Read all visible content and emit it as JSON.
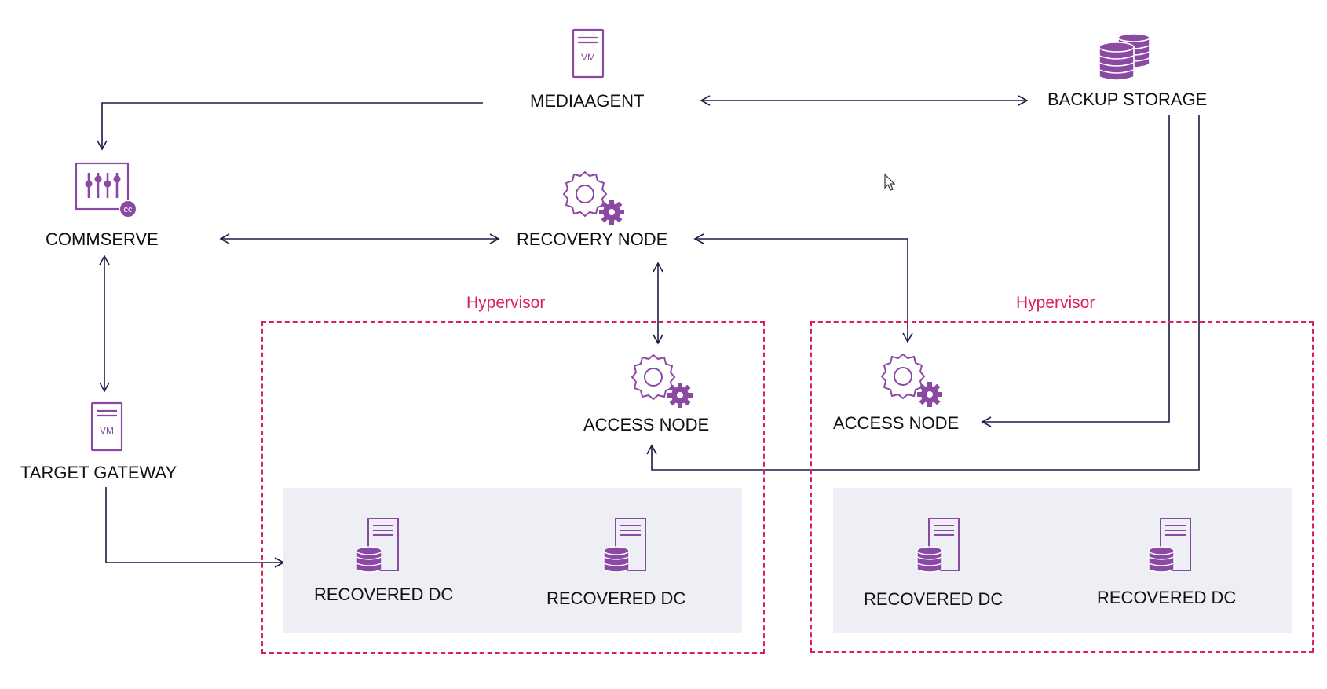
{
  "colors": {
    "icon": "#8a4aa3",
    "arrow": "#1c1c4a",
    "hypervisor": "#dc1f5a",
    "tray": "#eeeef5",
    "label": "#111111"
  },
  "nodes": {
    "mediaagent": {
      "label": "MEDIAAGENT",
      "icon": "vm-server-icon",
      "icon_text": "VM"
    },
    "backup_storage": {
      "label": "BACKUP STORAGE",
      "icon": "database-stack-icon"
    },
    "commserve": {
      "label": "COMMSERVE",
      "icon": "control-panel-icon",
      "badge": "cc"
    },
    "recovery_node": {
      "label": "RECOVERY NODE",
      "icon": "gears-icon"
    },
    "target_gateway": {
      "label": "TARGET GATEWAY",
      "icon": "vm-server-icon",
      "icon_text": "VM"
    },
    "access_node_1": {
      "label": "ACCESS NODE",
      "icon": "gears-icon"
    },
    "access_node_2": {
      "label": "ACCESS NODE",
      "icon": "gears-icon"
    }
  },
  "hypervisors": [
    {
      "label": "Hypervisor",
      "recovered": [
        "RECOVERED DC",
        "RECOVERED DC"
      ]
    },
    {
      "label": "Hypervisor",
      "recovered": [
        "RECOVERED DC",
        "RECOVERED DC"
      ]
    }
  ],
  "cursor": "mouse-pointer-icon"
}
